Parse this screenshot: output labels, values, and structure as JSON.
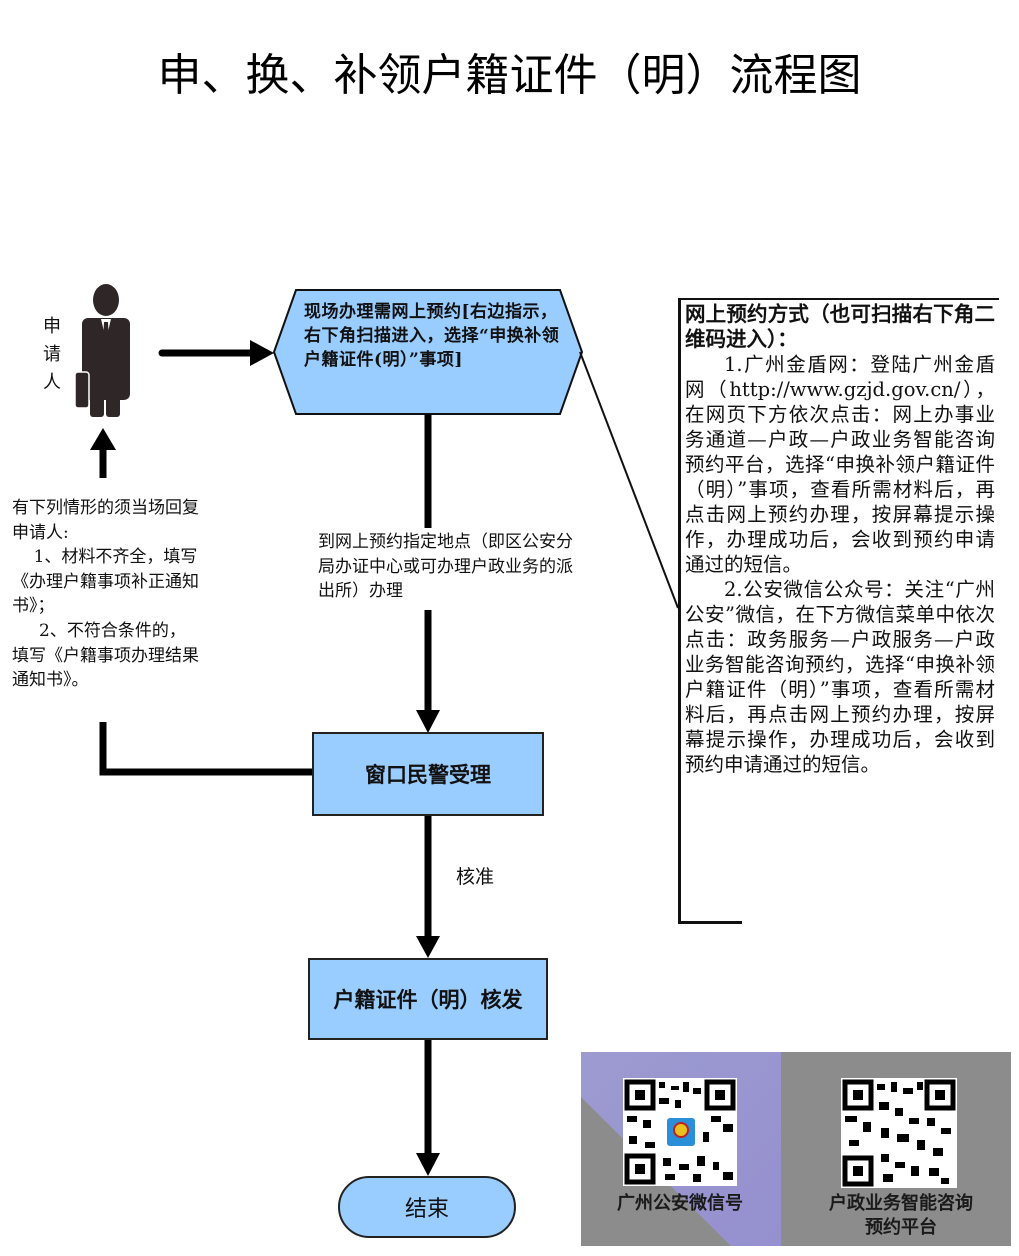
{
  "title": "申、换、补领户籍证件（明）流程图",
  "applicant": {
    "label": "申请人",
    "icon": "businessman-icon"
  },
  "start_step": {
    "shape": "hexagon",
    "text": "现场办理需网上预约[右边指示，右下角扫描进入，选择“申换补领户籍证件(明）”事项]"
  },
  "left_note": {
    "lines": [
      "有下列情形的须当场回复",
      "申请人:",
      "    1、材料不齐全，填写",
      "《办理户籍事项补正通知",
      "书》；",
      "     2、不符合条件的，",
      "填写《户籍事项办理结果",
      "通知书》。"
    ]
  },
  "connector_label_1": "到网上预约指定地点（即区公安分局办证中心或可办理户政业务的派出所）办理",
  "step_accept": "窗口民警受理",
  "connector_label_2": "核准",
  "step_issue": "户籍证件（明）核发",
  "end_step": "结束",
  "right_panel": {
    "heading": "网上预约方式（也可扫描右下角二维码进入）：",
    "item1": "1.广州金盾网：登陆广州金盾网（http://www.gzjd.gov.cn/），在网页下方依次点击：网上办事业务通道—户政—户政业务智能咨询预约平台，选择“申换补领户籍证件（明）”事项，查看所需材料后，再点击网上预约办理，按屏幕提示操作，办理成功后，会收到预约申请通过的短信。",
    "item2": "2.公安微信公众号：关注“广州公安”微信，在下方微信菜单中依次点击：政务服务—户政服务—户政业务智能咨询预约，选择“申换补领户籍证件（明）”事项，查看所需材料后，再点击网上预约办理，按屏幕提示操作，办理成功后，会收到预约申请通过的短信。"
  },
  "qr_codes": [
    {
      "label": "广州公安微信号",
      "icon": "qr-code-icon"
    },
    {
      "label_line1": "户政业务智能咨询",
      "label_line2": "预约平台",
      "icon": "qr-code-icon"
    }
  ],
  "colors": {
    "box_fill": "#99ccff",
    "line": "#000000",
    "qr_panel_gray": "#8c8c8c",
    "qr_panel_purple": "#9d9bd0"
  }
}
